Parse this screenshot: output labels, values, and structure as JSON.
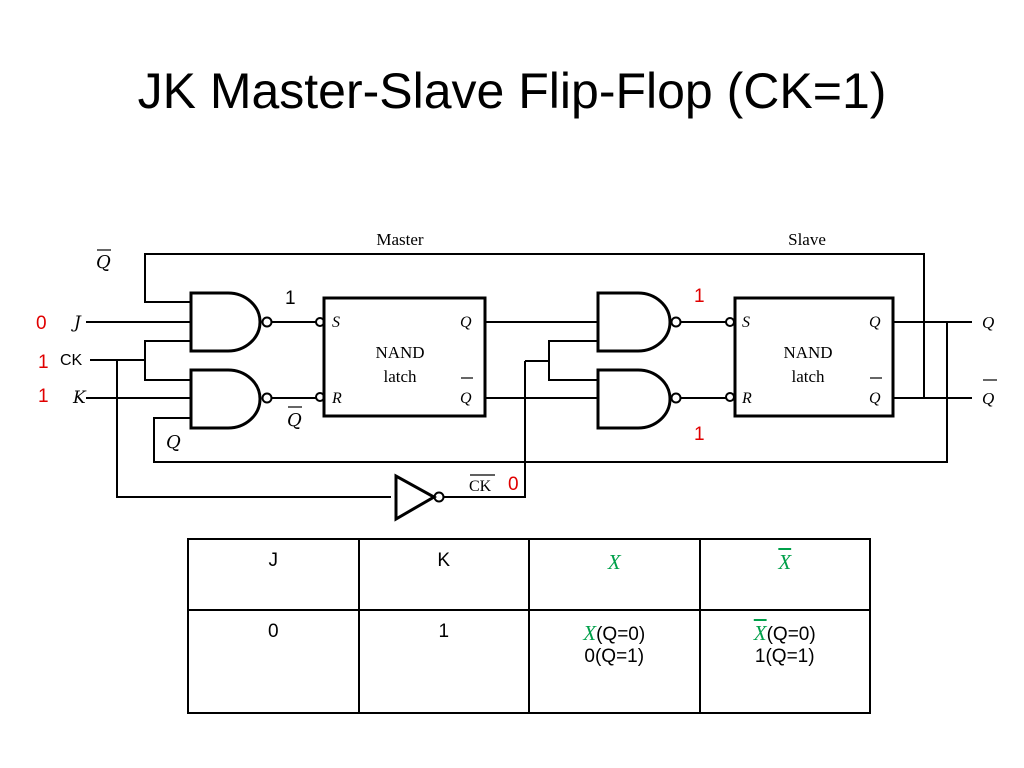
{
  "slide": {
    "title": "JK Master-Slave Flip-Flop (CK=1)"
  },
  "diagram": {
    "labels": {
      "master": "Master",
      "slave": "Slave",
      "j": "J",
      "k": "K",
      "ck": "CK",
      "q_bar_top": "Q",
      "q_bottom": "Q",
      "q_bar_mid": "Q",
      "latch_s": "S",
      "latch_r": "R",
      "latch_q": "Q",
      "latch_qbar": "Q",
      "latch_nand": "NAND",
      "latch_word": "latch",
      "ck_bar": "CK",
      "out_q": "Q",
      "out_qbar": "Q"
    },
    "values": {
      "j_val": "0",
      "ck_val": "1",
      "k_val": "1",
      "gate1_out": "1",
      "ckbar_val": "0",
      "slave_s_val": "1",
      "slave_r_val": "1"
    }
  },
  "table": {
    "headers": [
      "J",
      "K",
      "X",
      "X"
    ],
    "row": {
      "j": "0",
      "k": "1",
      "x_line1_sym": "X",
      "x_line1_rest": "(Q=0)",
      "x_line2": "0(Q=1)",
      "xbar_line1_sym": "X",
      "xbar_line1_rest": "(Q=0)",
      "xbar_line2": "1(Q=1)"
    }
  },
  "colors": {
    "value_red": "#e00000",
    "x_green": "#00a04a"
  }
}
